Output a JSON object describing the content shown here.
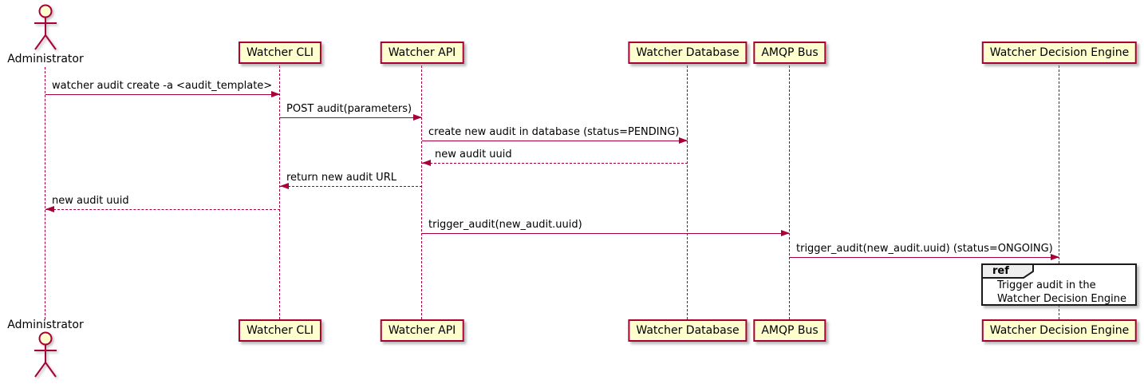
{
  "diagram": {
    "type": "uml-sequence-diagram",
    "participants": [
      {
        "id": "administrator",
        "label": "Administrator",
        "kind": "actor"
      },
      {
        "id": "watcher-cli",
        "label": "Watcher CLI",
        "kind": "participant"
      },
      {
        "id": "watcher-api",
        "label": "Watcher API",
        "kind": "participant"
      },
      {
        "id": "watcher-database",
        "label": "Watcher Database",
        "kind": "participant"
      },
      {
        "id": "amqp-bus",
        "label": "AMQP Bus",
        "kind": "participant"
      },
      {
        "id": "watcher-decision-engine",
        "label": "Watcher Decision Engine",
        "kind": "participant"
      }
    ],
    "messages": [
      {
        "from": "administrator",
        "to": "watcher-cli",
        "label": "watcher audit create -a <audit_template>",
        "line": "solid",
        "direction": "right"
      },
      {
        "from": "watcher-cli",
        "to": "watcher-api",
        "label": "POST audit(parameters)",
        "line": "solid",
        "direction": "right"
      },
      {
        "from": "watcher-api",
        "to": "watcher-database",
        "label": "create new audit in database (status=PENDING)",
        "line": "solid",
        "direction": "right"
      },
      {
        "from": "watcher-database",
        "to": "watcher-api",
        "label": "new audit uuid",
        "line": "dashed",
        "direction": "left"
      },
      {
        "from": "watcher-api",
        "to": "watcher-cli",
        "label": "return new audit URL",
        "line": "dashed",
        "direction": "left"
      },
      {
        "from": "watcher-cli",
        "to": "administrator",
        "label": "new audit uuid",
        "line": "dashed",
        "direction": "left"
      },
      {
        "from": "watcher-api",
        "to": "amqp-bus",
        "label": "trigger_audit(new_audit.uuid)",
        "line": "solid",
        "direction": "right"
      },
      {
        "from": "amqp-bus",
        "to": "watcher-decision-engine",
        "label": "trigger_audit(new_audit.uuid) (status=ONGOING)",
        "line": "solid",
        "direction": "right"
      }
    ],
    "ref": {
      "keyword": "ref",
      "line1": "Trigger audit in the",
      "line2": "Watcher Decision Engine"
    },
    "colors": {
      "participant_fill": "#FEFECE",
      "participant_border": "#A80036",
      "line": "#A80036",
      "text": "#000000",
      "ref_border": "#1A1A1A",
      "ref_tab_fill": "#EEEEEE",
      "ref_fill": "#FFFFFF"
    }
  }
}
